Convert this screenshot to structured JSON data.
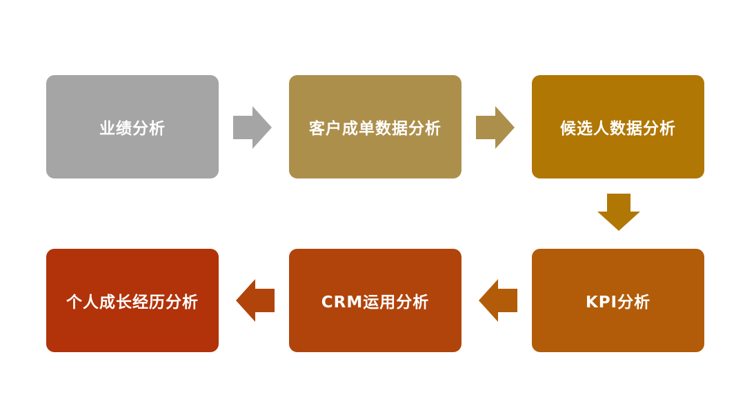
{
  "flow": {
    "steps": [
      {
        "label": "业绩分析",
        "color": "#a5a5a5"
      },
      {
        "label": "客户成单数据分析",
        "color": "#ad8f4c"
      },
      {
        "label": "候选人数据分析",
        "color": "#b07705"
      },
      {
        "label": "KPI分析",
        "color": "#b25c09"
      },
      {
        "label": "CRM运用分析",
        "color": "#b1440b"
      },
      {
        "label": "个人成长经历分析",
        "color": "#b23209"
      }
    ],
    "arrows": [
      {
        "direction": "right",
        "color": "#a5a5a5"
      },
      {
        "direction": "right",
        "color": "#ad8f4c"
      },
      {
        "direction": "down",
        "color": "#b07705"
      },
      {
        "direction": "left",
        "color": "#b25c09"
      },
      {
        "direction": "left",
        "color": "#b1440b"
      }
    ]
  }
}
